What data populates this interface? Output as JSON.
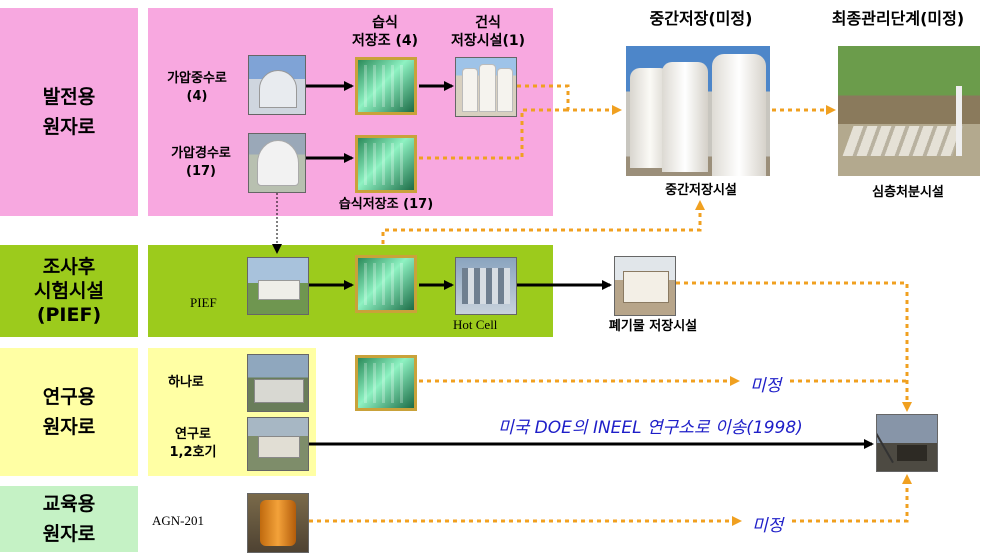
{
  "rows": {
    "power": "발전용\n원자로",
    "pief": "조사후\n시험시설\n(PIEF)",
    "research": "연구용\n원자로",
    "education": "교육용\n원자로"
  },
  "headers": {
    "wet_storage": "습식\n저장조 (4)",
    "dry_storage": "건식\n저장시설(1)",
    "interim": "중간저장(미정)",
    "final": "최종관리단계(미정)"
  },
  "labels": {
    "phwr": "가압중수로\n(4)",
    "pwr": "가압경수로\n(17)",
    "wet_pool_17": "습식저장조 (17)",
    "interim_facility": "중간저장시설",
    "deep_disposal": "심층처분시설",
    "pief": "PIEF",
    "hot_cell": "Hot Cell",
    "waste_storage": "폐기물 저장시설",
    "hanaro": "하나로",
    "triga": "연구로\n1,2호기",
    "agn": "AGN-201"
  },
  "notes": {
    "undecided_1": "미정",
    "doe_transfer": "미국 DOE의 INEEL 연구소로 이송(1998)",
    "undecided_2": "미정"
  },
  "colors": {
    "power_band": "#f8a8e0",
    "power_label": "#f7a8e0",
    "pief_band": "#9ccb1c",
    "research_band": "#ffffa4",
    "education_band": "#c5f2c5",
    "dotted_arrow": "#f0a020",
    "solid_arrow": "#000000",
    "note_text": "#1e1ec8"
  },
  "icons": [
    "nuclear-plant-photo",
    "wet-pool-photo",
    "dry-cask-photo",
    "silo-photo",
    "disposal-site-photo",
    "hot-cell-photo",
    "research-reactor-photo",
    "agn-reactor-photo"
  ]
}
